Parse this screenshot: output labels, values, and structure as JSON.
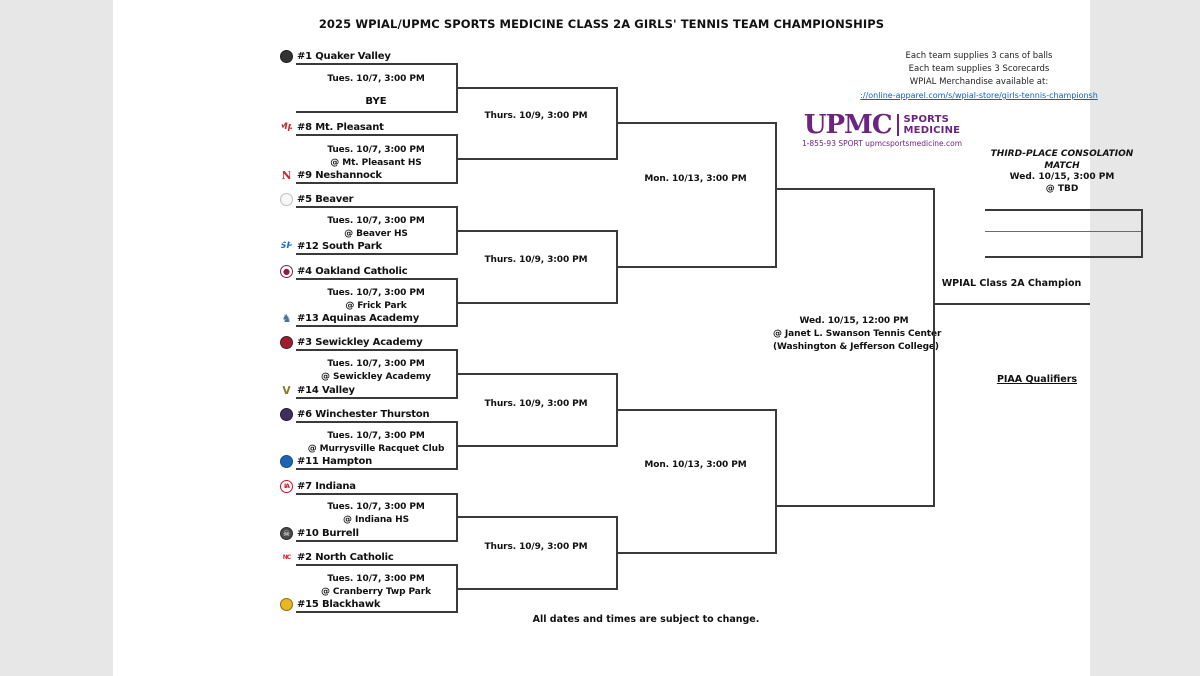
{
  "title": "2025 WPIAL/UPMC SPORTS MEDICINE CLASS 2A GIRLS' TENNIS TEAM CHAMPIONSHIPS",
  "notes": {
    "line1": "Each team supplies 3 cans of balls",
    "line2": "Each team supplies 3 Scorecards",
    "line3": "WPIAL Merchandise available at:",
    "link": "://online-apparel.com/s/wpial-store/girls-tennis-championsh"
  },
  "sponsor": {
    "brand": "UPMC",
    "tag_line1": "SPORTS",
    "tag_line2": "MEDICINE",
    "contact": "1-855-93 SPORT  upmcsportsmedicine.com",
    "brand_color": "#6d2380"
  },
  "consolation": {
    "title": "THIRD-PLACE CONSOLATION MATCH",
    "datetime": "Wed. 10/15, 3:00 PM",
    "venue": "@ TBD"
  },
  "bracket": {
    "teams": [
      {
        "label": "#1 Quaker Valley",
        "logo": {
          "name": "quaker-valley",
          "letters": "",
          "bg": "#333333",
          "fg": "#c8b78f",
          "border": "#1f1f1f"
        }
      },
      {
        "label": "BYE"
      },
      {
        "label": "#8 Mt. Pleasant",
        "logo": {
          "name": "mt-pleasant",
          "letters": "Mp",
          "bg": "transparent",
          "fg": "#c1272d",
          "border": "transparent"
        }
      },
      {
        "label": "#9 Neshannock",
        "logo": {
          "name": "neshannock",
          "letters": "N",
          "bg": "transparent",
          "fg": "#d2232a",
          "border": "transparent"
        }
      },
      {
        "label": "#5 Beaver",
        "logo": {
          "name": "beaver",
          "letters": "",
          "bg": "#f7f7f7",
          "fg": "#9a9a9a",
          "border": "#c0c0c0"
        }
      },
      {
        "label": "#12 South Park",
        "logo": {
          "name": "south-park",
          "letters": "SP",
          "bg": "transparent",
          "fg": "#1b6ec2",
          "border": "transparent"
        }
      },
      {
        "label": "#4 Oakland Catholic",
        "logo": {
          "name": "oakland-catholic",
          "letters": "●",
          "bg": "#ffffff",
          "fg": "#8d1b3d",
          "border": "#8d1b3d"
        }
      },
      {
        "label": "#13 Aquinas Academy",
        "logo": {
          "name": "aquinas-academy",
          "letters": "♞",
          "bg": "transparent",
          "fg": "#4a6e9e",
          "border": "transparent"
        }
      },
      {
        "label": "#3 Sewickley Academy",
        "logo": {
          "name": "sewickley-academy",
          "letters": "",
          "bg": "#a6192e",
          "fg": "#ffffff",
          "border": "#2b2b2b"
        }
      },
      {
        "label": "#14 Valley",
        "logo": {
          "name": "valley",
          "letters": "V",
          "bg": "transparent",
          "fg": "#8b7d2a",
          "border": "transparent"
        }
      },
      {
        "label": "#6 Winchester Thurston",
        "logo": {
          "name": "winchester-thurston",
          "letters": "",
          "bg": "#3f2d5c",
          "fg": "#ffffff",
          "border": "#241a36"
        }
      },
      {
        "label": "#11 Hampton",
        "logo": {
          "name": "hampton",
          "letters": "",
          "bg": "#2063b0",
          "fg": "#ffffff",
          "border": "#174a85"
        }
      },
      {
        "label": "#7 Indiana",
        "logo": {
          "name": "indiana",
          "letters": "IA",
          "bg": "#ffffff",
          "fg": "#ce1126",
          "border": "#ce1126"
        }
      },
      {
        "label": "#10 Burrell",
        "logo": {
          "name": "burrell",
          "letters": "☠",
          "bg": "#4a4a4a",
          "fg": "#ffffff",
          "border": "#2e2e2e"
        }
      },
      {
        "label": "#2 North Catholic",
        "logo": {
          "name": "north-catholic",
          "letters": "NC",
          "bg": "transparent",
          "fg": "#d22630",
          "border": "transparent"
        }
      },
      {
        "label": "#15 Blackhawk",
        "logo": {
          "name": "blackhawk",
          "letters": "",
          "bg": "#e7b722",
          "fg": "#5e4a12",
          "border": "#8a6d14"
        }
      }
    ],
    "round1": [
      {
        "datetime": "Tues. 10/7, 3:00 PM",
        "venue": ""
      },
      {
        "datetime": "Tues. 10/7, 3:00 PM",
        "venue": "@ Mt. Pleasant HS"
      },
      {
        "datetime": "Tues. 10/7, 3:00 PM",
        "venue": "@ Beaver HS"
      },
      {
        "datetime": "Tues. 10/7, 3:00 PM",
        "venue": "@ Frick Park"
      },
      {
        "datetime": "Tues. 10/7, 3:00 PM",
        "venue": "@ Sewickley Academy"
      },
      {
        "datetime": "Tues. 10/7, 3:00 PM",
        "venue": "@ Murrysville Racquet Club"
      },
      {
        "datetime": "Tues. 10/7, 3:00 PM",
        "venue": "@ Indiana HS"
      },
      {
        "datetime": "Tues. 10/7, 3:00 PM",
        "venue": "@ Cranberry Twp Park"
      }
    ],
    "round2": [
      {
        "datetime": "Thurs. 10/9, 3:00 PM"
      },
      {
        "datetime": "Thurs. 10/9, 3:00 PM"
      },
      {
        "datetime": "Thurs. 10/9, 3:00 PM"
      },
      {
        "datetime": "Thurs. 10/9, 3:00 PM"
      }
    ],
    "semifinals": [
      {
        "datetime": "Mon. 10/13, 3:00 PM"
      },
      {
        "datetime": "Mon. 10/13, 3:00 PM"
      }
    ],
    "final": {
      "datetime": "Wed. 10/15, 12:00 PM",
      "venue_line1": "@ Janet L. Swanson Tennis Center",
      "venue_line2": "(Washington & Jefferson College)"
    },
    "champion_label": "WPIAL Class 2A Champion",
    "piaa_label": "PIAA Qualifiers"
  },
  "footer": {
    "note": "All dates and times are subject to change."
  },
  "colors": {
    "page_bg": "#e7e7e7",
    "sheet_bg": "#ffffff",
    "line": "#3a3a3a",
    "link_blue": "#0563c1"
  }
}
